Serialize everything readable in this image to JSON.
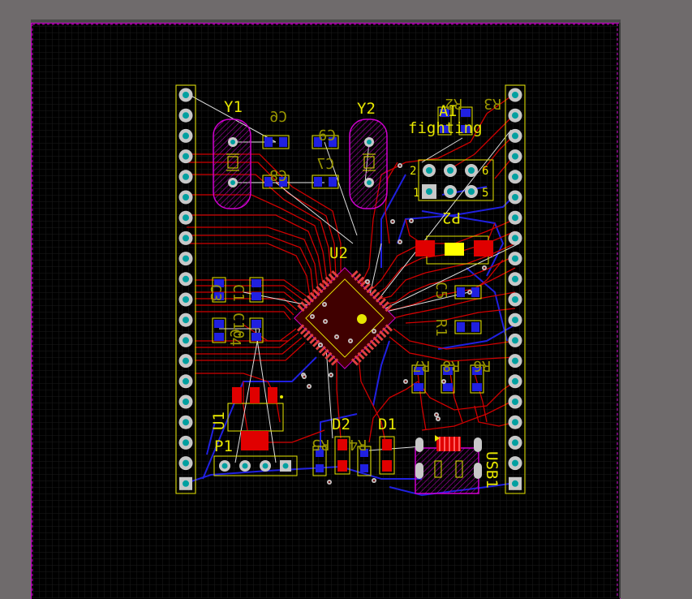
{
  "board": {
    "silkscreen": {
      "Y1": "Y1",
      "Y2": "Y2",
      "U2": "U2",
      "U1": "U1",
      "P1": "P1",
      "P2": "P2",
      "D1": "D1",
      "D2": "D2",
      "USB1": "USB1",
      "C6": "C6",
      "C9": "C9",
      "C8": "C8",
      "C7": "C7",
      "C5": "C5",
      "C1": "C1",
      "C3": "C3",
      "C10": "C10",
      "C4": "C4",
      "R1": "R1",
      "R2": "R2",
      "R3": "R3",
      "R4": "R4",
      "R5": "R5",
      "R6": "R6",
      "R7": "R7",
      "R8": "R8",
      "title1": "AI",
      "title2": "fighting",
      "pin1": "1",
      "pin2": "2",
      "pin5": "5",
      "pin6": "6"
    },
    "colors": {
      "background": "#000000",
      "outline": "#d000d0",
      "top_copper": "#e00000",
      "bottom_copper": "#1a1ae6",
      "pad": "#c8c8c8",
      "via_hole": "#00a0a0",
      "silkscreen": "#e7e700",
      "app_background": "#6f6b6c"
    }
  }
}
